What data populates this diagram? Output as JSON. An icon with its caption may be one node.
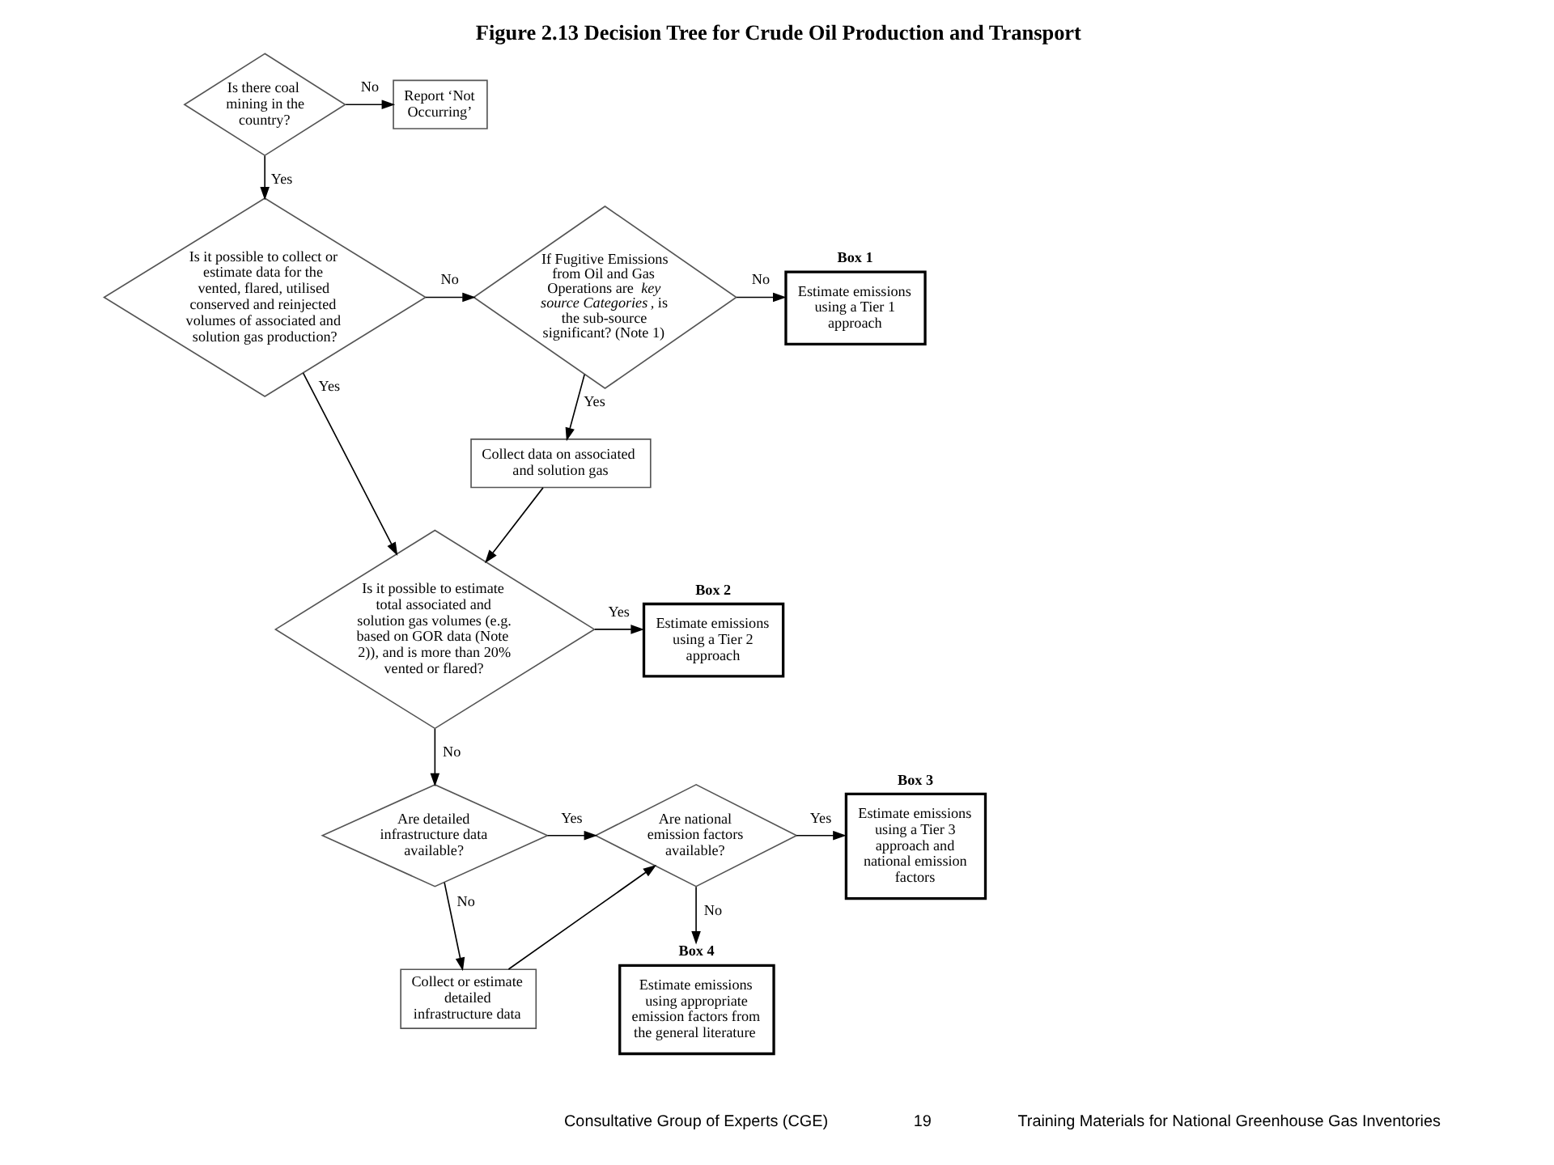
{
  "diagram": {
    "title": "Figure 2.13 Decision Tree for Crude Oil Production and Transport",
    "nodes": [
      {
        "text": [
          "Is there coal mining in the country?"
        ]
      },
      {
        "text": [
          "Report ‘Not Occurring’"
        ]
      },
      {
        "text": [
          "Is it possible to collect or estimate data for the vented, flared, utilised conserved and reinjected volumes of associated and solution gas production?"
        ]
      },
      {
        "text": [
          "If Fugitive Emissions from Oil and Gas Operations are *key source Categories*, is the sub-source significant? (Note 1)"
        ]
      },
      {
        "text": [
          "Box 1",
          "Estimate emissions using a Tier 1 approach"
        ]
      },
      {
        "text": [
          "Collect data on associated and solution gas"
        ]
      },
      {
        "text": [
          "Is it possible to estimate total associated and solution gas volumes (e.g. based on GOR data (Note 2)), and is more than 20% vented or flared?"
        ]
      },
      {
        "text": [
          "Box 2",
          "Estimate emissions using a Tier 2 approach"
        ]
      },
      {
        "text": [
          "Are detailed infrastructure data available?"
        ]
      },
      {
        "text": [
          "Are national emission factors available?"
        ]
      },
      {
        "text": [
          "Box 3",
          "Estimate emissions using a Tier 3 approach and national emission factors"
        ]
      },
      {
        "text": [
          "Collect or estimate detailed infrastructure data"
        ]
      },
      {
        "text": [
          "Box 4",
          "Estimate emissions using appropriate emission factors from the general literature"
        ]
      }
    ],
    "edges": [
      {
        "from": 0,
        "to": 1,
        "arrow": "to",
        "label": "No"
      },
      {
        "from": 0,
        "to": 2,
        "arrow": "to",
        "label": "Yes"
      },
      {
        "from": 2,
        "to": 3,
        "arrow": "to",
        "label": "No"
      },
      {
        "from": 2,
        "to": 6,
        "arrow": "to",
        "label": "Yes"
      },
      {
        "from": 3,
        "to": 4,
        "arrow": "to",
        "label": "No"
      },
      {
        "from": 3,
        "to": 5,
        "arrow": "to",
        "label": "Yes"
      },
      {
        "from": 5,
        "to": 6,
        "arrow": "to"
      },
      {
        "from": 6,
        "to": 7,
        "arrow": "to",
        "label": "Yes"
      },
      {
        "from": 6,
        "to": 8,
        "arrow": "to",
        "label": "No"
      },
      {
        "from": 8,
        "to": 9,
        "arrow": "to",
        "label": "Yes"
      },
      {
        "from": 8,
        "to": 11,
        "arrow": "to",
        "label": "No"
      },
      {
        "from": 9,
        "to": 10,
        "arrow": "to",
        "label": "Yes"
      },
      {
        "from": 9,
        "to": 12,
        "arrow": "to",
        "label": "No"
      },
      {
        "from": 11,
        "to": 9,
        "arrow": "to"
      }
    ],
    "labels": [
      "Consultative Group of Experts (CGE)",
      "19",
      "Training Materials for National Greenhouse Gas Inventories"
    ]
  }
}
